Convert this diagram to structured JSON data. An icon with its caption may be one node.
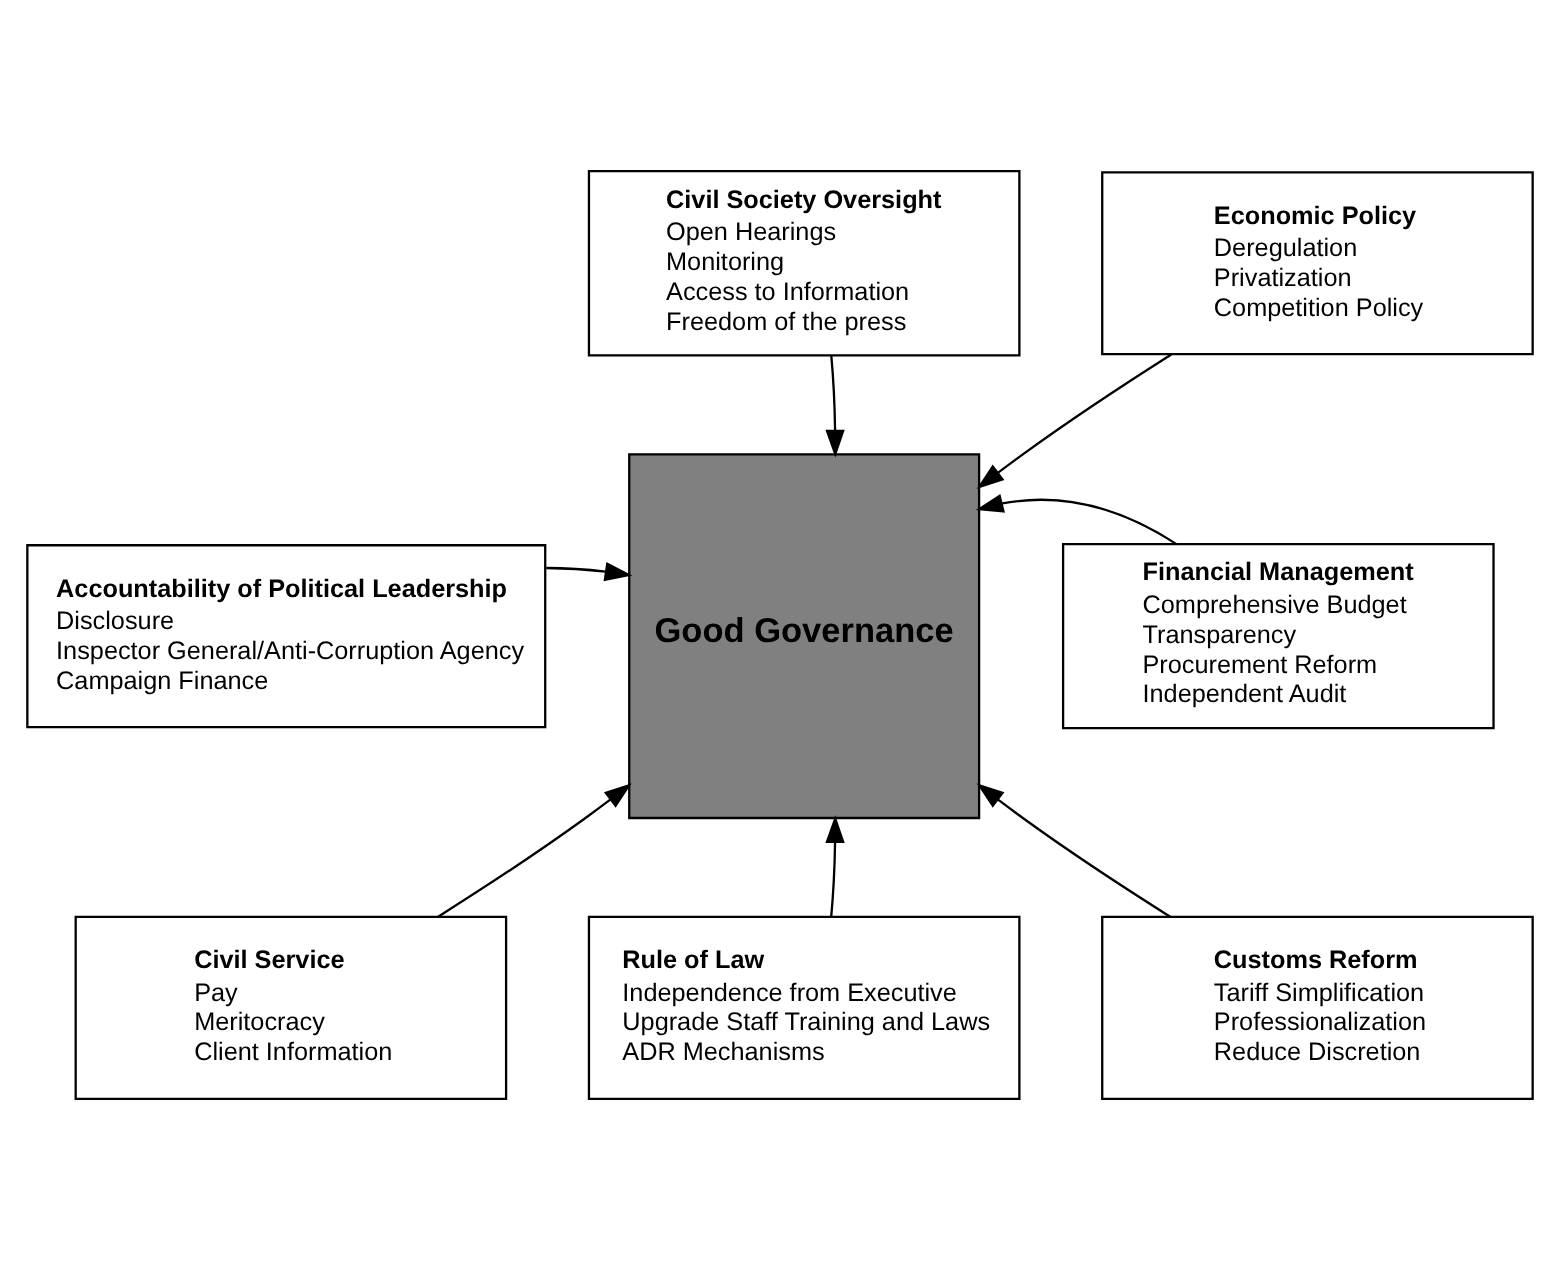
{
  "diagram": {
    "nodes": [
      {
        "text": [
          "Civil Society Oversight",
          "Open Hearings",
          "Monitoring",
          "Access to Information",
          "Freedom of the press"
        ]
      },
      {
        "text": [
          "Economic Policy",
          "Deregulation",
          "Privatization",
          "Competition Policy"
        ]
      },
      {
        "text": [
          "Accountability of Political Leadership",
          "Disclosure",
          "Inspector General/Anti-Corruption Agency",
          "Campaign Finance"
        ]
      },
      {
        "text": [
          "Good Governance"
        ]
      },
      {
        "text": [
          "Financial Management",
          "Comprehensive Budget",
          "Transparency",
          "Procurement Reform",
          "Independent Audit"
        ]
      },
      {
        "text": [
          "Civil Service",
          "Pay",
          "Meritocracy",
          "Client Information"
        ]
      },
      {
        "text": [
          "Rule of Law",
          "Independence from Executive",
          "Upgrade Staff Training and Laws",
          "ADR Mechanisms"
        ]
      },
      {
        "text": [
          "Customs Reform",
          "Tariff Simplification",
          "Professionalization",
          "Reduce Discretion"
        ]
      }
    ],
    "edges": [
      {
        "from": 0,
        "to": 3,
        "arrow": "to"
      },
      {
        "from": 1,
        "to": 3,
        "arrow": "to"
      },
      {
        "from": 2,
        "to": 3,
        "arrow": "to"
      },
      {
        "from": 4,
        "to": 3,
        "arrow": "to"
      },
      {
        "from": 5,
        "to": 3,
        "arrow": "to"
      },
      {
        "from": 6,
        "to": 3,
        "arrow": "to"
      },
      {
        "from": 7,
        "to": 3,
        "arrow": "to"
      }
    ]
  }
}
